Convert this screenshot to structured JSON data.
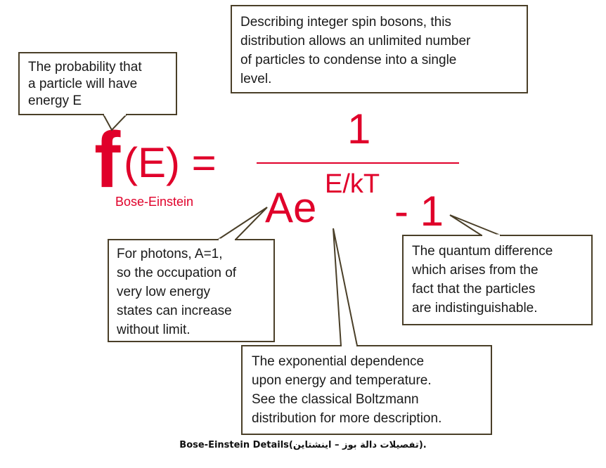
{
  "callouts": {
    "probability": [
      "The probability that",
      "a particle will have",
      "energy E"
    ],
    "bosons": [
      "Describing integer spin bosons, this",
      "distribution allows an unlimited number",
      "of particles to condense into a single",
      "level."
    ],
    "photons": [
      "For photons, A=1,",
      "so the occupation of",
      "very low energy",
      "states can increase",
      "without limit."
    ],
    "quantum": [
      "The quantum difference",
      "which arises from the",
      "fact that the particles",
      "are indistinguishable."
    ],
    "exponential": [
      "The exponential dependence",
      "upon energy and temperature.",
      "See the classical Boltzmann",
      "distribution for more description."
    ]
  },
  "formula": {
    "f": "f",
    "argument": "(E) =",
    "subscript": "Bose-Einstein",
    "numerator": "1",
    "denominator_base": "Ae",
    "exponent": "E/kT",
    "minus_one": "- 1"
  },
  "caption": "Bose-Einstein Details(تفصيلات دالة بوز – اينشتاين)."
}
